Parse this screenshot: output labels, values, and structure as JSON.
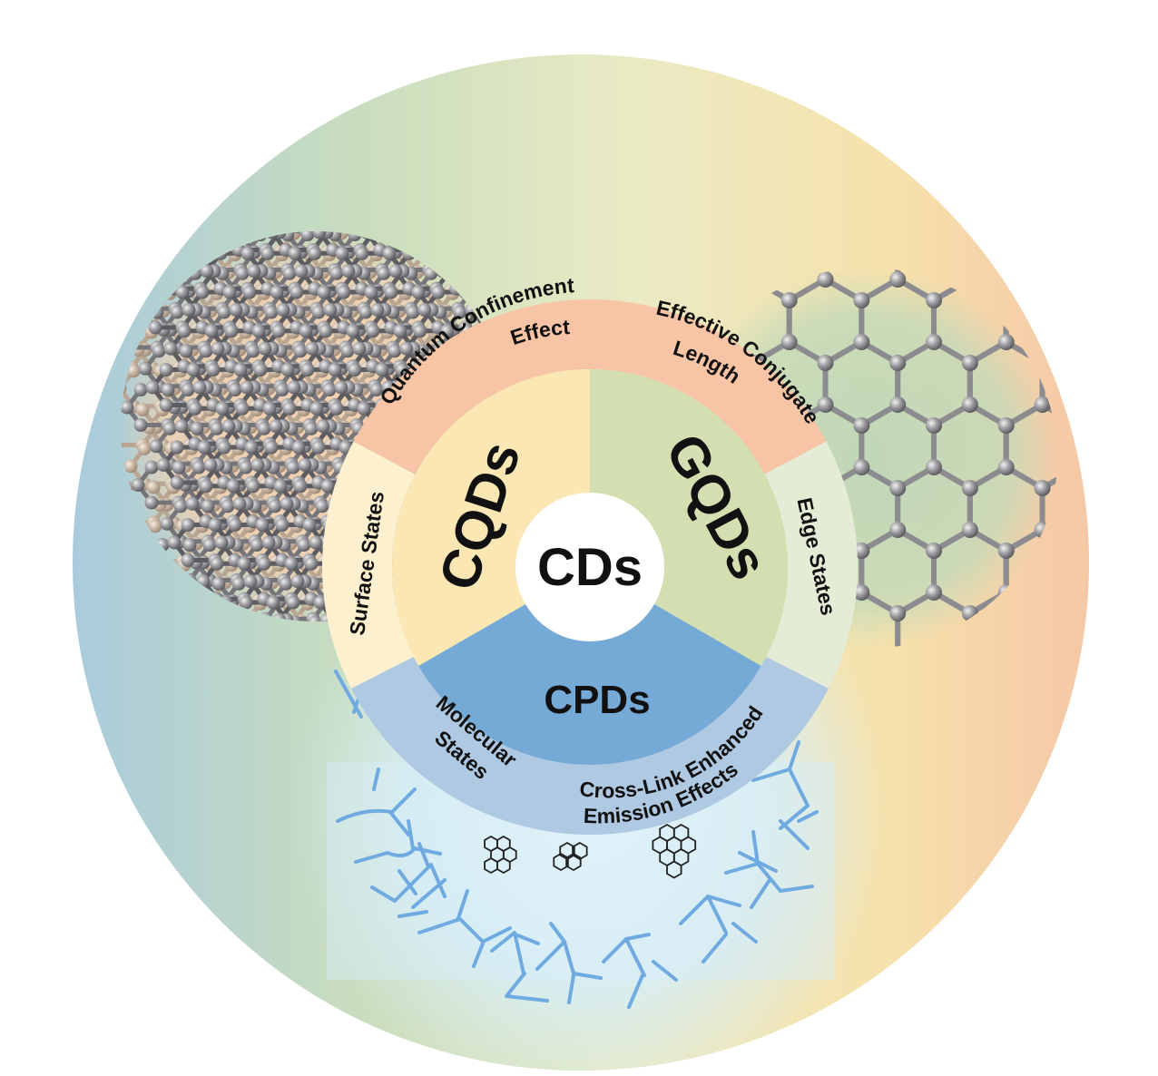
{
  "center": {
    "label": "CDs"
  },
  "segments": {
    "cqds": {
      "label": "CQDs",
      "color": "#fbe7b4"
    },
    "gqds": {
      "label": "GQDs",
      "color": "#d3dfb0"
    },
    "cpds": {
      "label": "CPDs",
      "color": "#75a9d6"
    }
  },
  "ring": {
    "quantum_confinement_line1": "Quantum Confinement",
    "quantum_confinement_line2": "Effect",
    "effective_conjugate_line1": "Effective Conjugate",
    "effective_conjugate_line2": "Length",
    "surface_states": "Surface States",
    "edge_states": "Edge States",
    "molecular_states_line1": "Molecular",
    "molecular_states_line2": "States",
    "cross_link_line1": "Cross-Link Enhanced",
    "cross_link_line2": "Emission Effects"
  },
  "colors": {
    "ring_peach": "#f7c4a5",
    "ring_pale_yellow": "#fdf0cf",
    "ring_pale_green": "#e4ecd6",
    "ring_blue": "#aec9e1",
    "atom_gray": "#8c8c90",
    "polymer_blue": "#6faae0"
  }
}
